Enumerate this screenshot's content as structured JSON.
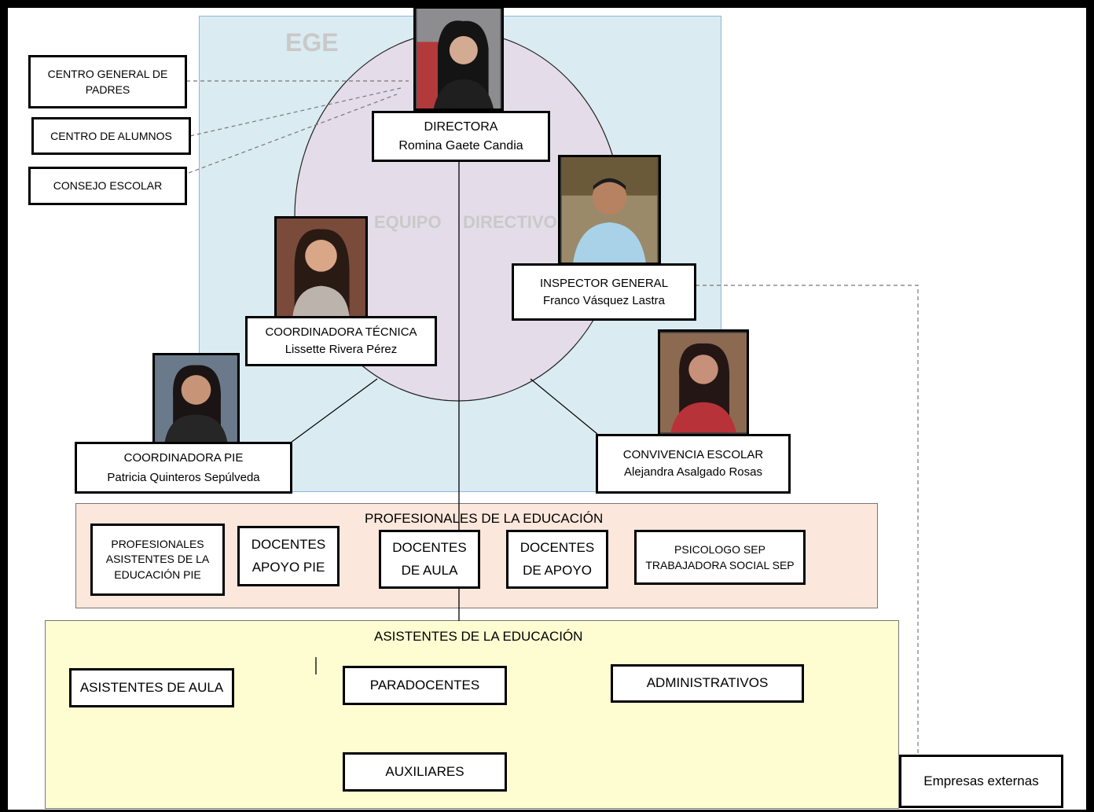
{
  "ege_label": "EGE",
  "team_words": [
    "EQUIPO",
    "DIRECTIVO"
  ],
  "external_bodies": [
    {
      "lines": [
        "CENTRO GENERAL DE",
        "PADRES"
      ]
    },
    {
      "lines": [
        "CENTRO DE ALUMNOS"
      ]
    },
    {
      "lines": [
        "CONSEJO ESCOLAR"
      ]
    }
  ],
  "directora": {
    "role": "DIRECTORA",
    "name": "Romina Gaete Candia"
  },
  "inspector": {
    "role": "INSPECTOR GENERAL",
    "name": "Franco Vásquez Lastra"
  },
  "coord_tecnica": {
    "role": "COORDINADORA TÉCNICA",
    "name": "Lissette Rivera Pérez"
  },
  "coord_pie": {
    "role": "COORDINADORA PIE",
    "name": "Patricia Quinteros Sepúlveda"
  },
  "convivencia": {
    "role": "CONVIVENCIA ESCOLAR",
    "name": "Alejandra Asalgado Rosas"
  },
  "profesionales": {
    "title": "PROFESIONALES DE LA EDUCACIÓN",
    "items": [
      {
        "lines": [
          "PROFESIONALES",
          "ASISTENTES DE LA",
          "EDUCACIÓN PIE"
        ]
      },
      {
        "lines": [
          "DOCENTES",
          "APOYO PIE"
        ]
      },
      {
        "lines": [
          "DOCENTES",
          "DE AULA"
        ]
      },
      {
        "lines": [
          "DOCENTES",
          "DE APOYO"
        ]
      },
      {
        "lines": [
          "PSICOLOGO SEP",
          "TRABAJADORA SOCIAL SEP"
        ]
      }
    ]
  },
  "asistentes": {
    "title": "ASISTENTES DE LA EDUCACIÓN",
    "items": [
      "ASISTENTES DE AULA",
      "PARADOCENTES",
      "ADMINISTRATIVOS",
      "AUXILIARES"
    ]
  },
  "empresas": "Empresas externas",
  "colors": {
    "ege_bg": "#daebf1",
    "team_oval": "#e4dde9",
    "profesionales_bg": "#fbe7dc",
    "asistentes_bg": "#fefdd2"
  },
  "photo_icons": [
    "person-photo-icon"
  ]
}
